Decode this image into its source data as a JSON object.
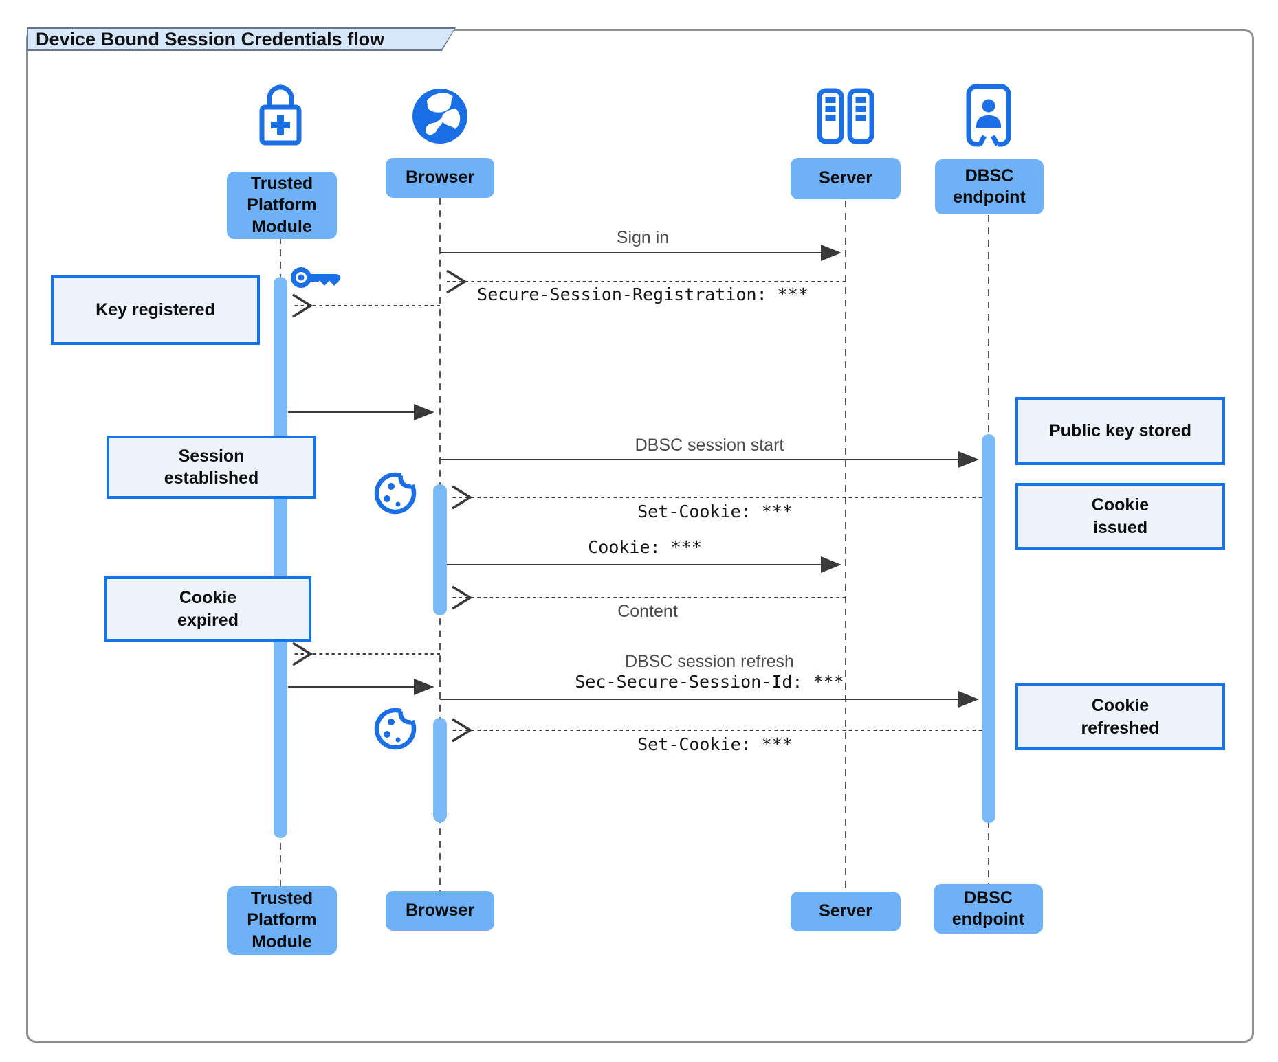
{
  "title": "Device Bound Session Credentials flow",
  "diagram_type": "sequence",
  "colors": {
    "icon_blue": "#1a6fe4",
    "actor_fill": "#6fb1f7",
    "activation_fill": "#7cb9f8",
    "note_fill": "#edf3fd",
    "note_border": "#1774e8",
    "title_tab_fill": "#d6e6fb",
    "line": "#3a3a3a"
  },
  "actors": [
    {
      "id": "tpm",
      "label": "Trusted Platform Module",
      "icon": "lock-plus-icon"
    },
    {
      "id": "browser",
      "label": "Browser",
      "icon": "globe-icon"
    },
    {
      "id": "server",
      "label": "Server",
      "icon": "server-racks-icon"
    },
    {
      "id": "dbsc",
      "label": "DBSC endpoint",
      "icon": "person-door-icon"
    }
  ],
  "messages": [
    {
      "id": "sign-in",
      "from": "Browser",
      "to": "Server",
      "label": "Sign in",
      "style": "solid"
    },
    {
      "id": "secure-session-registration",
      "from": "Server",
      "to": "Browser",
      "label": "Secure-Session-Registration: ***",
      "style": "dashed",
      "font": "mono"
    },
    {
      "id": "browser-to-tpm-register",
      "from": "Browser",
      "to": "Trusted Platform Module",
      "label": "",
      "style": "dashed"
    },
    {
      "id": "tpm-key-ready",
      "from": "Trusted Platform Module",
      "to": "Browser",
      "label": "",
      "style": "solid"
    },
    {
      "id": "dbsc-session-start",
      "from": "Browser",
      "to": "DBSC endpoint",
      "label": "DBSC session start",
      "style": "solid"
    },
    {
      "id": "set-cookie-1",
      "from": "DBSC endpoint",
      "to": "Browser",
      "label": "Set-Cookie: ***",
      "style": "dashed",
      "font": "mono"
    },
    {
      "id": "cookie",
      "from": "Browser",
      "to": "Server",
      "label": "Cookie: ***",
      "style": "solid",
      "font": "mono"
    },
    {
      "id": "content",
      "from": "Server",
      "to": "Browser",
      "label": "Content",
      "style": "dashed"
    },
    {
      "id": "browser-to-tpm-refresh",
      "from": "Browser",
      "to": "Trusted Platform Module",
      "label": "",
      "style": "dashed"
    },
    {
      "id": "tpm-sign-refresh",
      "from": "Trusted Platform Module",
      "to": "Browser",
      "label": "",
      "style": "solid"
    },
    {
      "id": "dbsc-session-refresh",
      "from": "Browser",
      "to": "DBSC endpoint",
      "label": "DBSC session refresh",
      "label2": "Sec-Secure-Session-Id: ***",
      "style": "solid"
    },
    {
      "id": "set-cookie-2",
      "from": "DBSC endpoint",
      "to": "Browser",
      "label": "Set-Cookie: ***",
      "style": "dashed",
      "font": "mono"
    }
  ],
  "notes": [
    {
      "id": "key-registered",
      "side": "left-of-tpm",
      "label": "Key registered"
    },
    {
      "id": "session-established",
      "side": "left-of-tpm",
      "label": "Session established"
    },
    {
      "id": "cookie-expired",
      "side": "left-of-tpm",
      "label": "Cookie expired"
    },
    {
      "id": "public-key-stored",
      "side": "right-of-dbsc",
      "label": "Public key stored"
    },
    {
      "id": "cookie-issued",
      "side": "right-of-dbsc",
      "label": "Cookie issued"
    },
    {
      "id": "cookie-refreshed",
      "side": "right-of-dbsc",
      "label": "Cookie refreshed"
    }
  ],
  "decoration_icons": [
    "key-icon",
    "cookie-icon",
    "cookie-icon"
  ]
}
